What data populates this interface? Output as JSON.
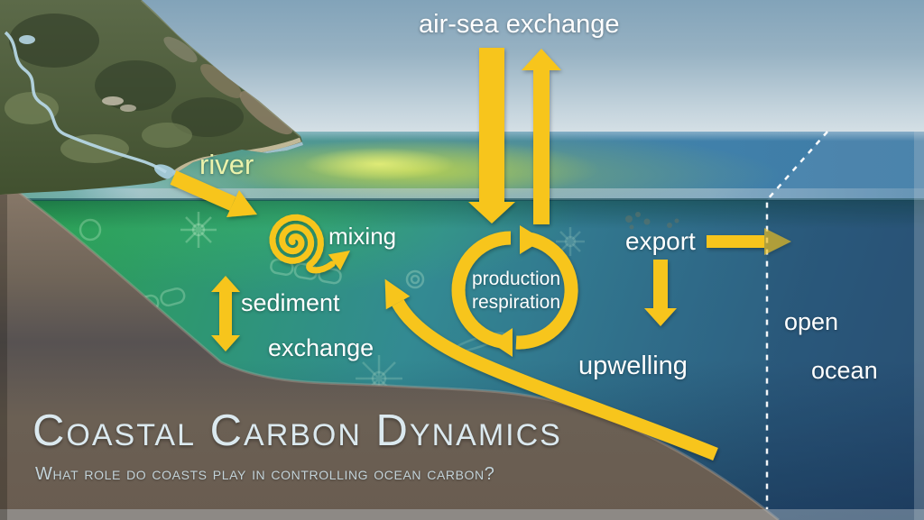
{
  "diagram": {
    "title": "Coastal Carbon Dynamics",
    "subtitle": "What role do coasts play in controlling ocean carbon?",
    "labels": {
      "air_sea_exchange": "air-sea exchange",
      "river": "river",
      "mixing": "mixing",
      "sediment_line1": "sediment",
      "sediment_line2": "exchange",
      "production": "production",
      "respiration": "respiration",
      "export": "export",
      "upwelling": "upwelling",
      "open_ocean_line1": "open",
      "open_ocean_line2": "ocean"
    },
    "colors": {
      "arrow_yellow": "#f7c51d",
      "label_white": "#ffffff",
      "river_label": "#ebf2ab",
      "title_text": "#dbe9ef",
      "subtitle_text": "#c3d3d9",
      "sky_top": "#82a3b9",
      "plume_green": "#b8cf50",
      "coastal_green": "#2aa150",
      "deep_blue": "#2b5478",
      "seafloor_brown": "#6b6054"
    }
  }
}
